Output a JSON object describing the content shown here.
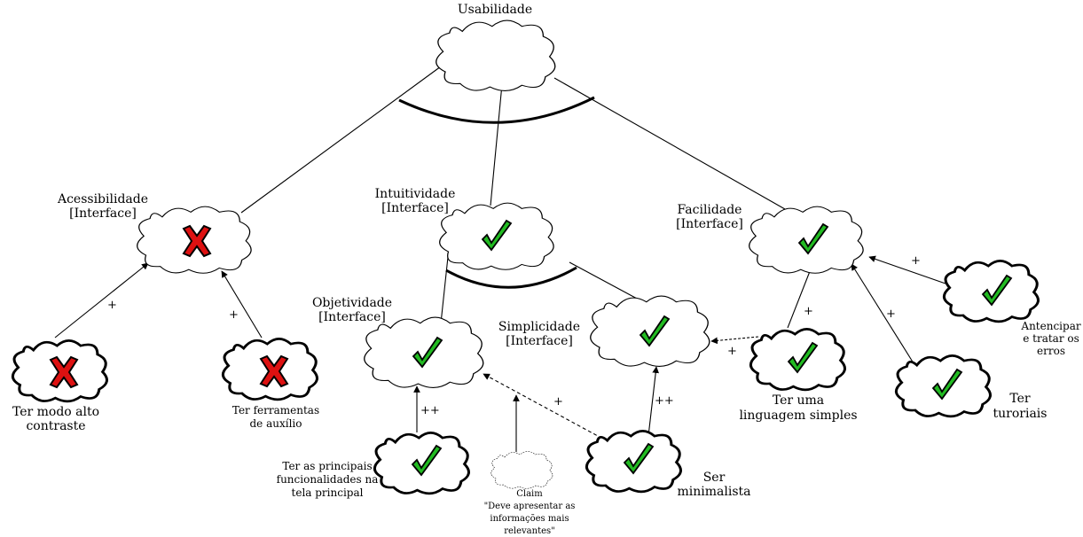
{
  "colors": {
    "satisfied": "#22bb22",
    "denied": "#dd1111",
    "outline": "#000000"
  },
  "icons": {
    "satisfied": "checkmark-icon",
    "denied": "cross-icon"
  },
  "nodes": {
    "usabilidade": {
      "label": "Usabilidade",
      "status": "none"
    },
    "acessibilidade": {
      "line1": "Acessibilidade",
      "line2": "[Interface]",
      "status": "denied"
    },
    "intuitividade": {
      "line1": "Intuitividade",
      "line2": "[Interface]",
      "status": "satisfied"
    },
    "facilidade": {
      "line1": "Facilidade",
      "line2": "[Interface]",
      "status": "satisfied"
    },
    "objetividade": {
      "line1": "Objetividade",
      "line2": "[Interface]",
      "status": "satisfied"
    },
    "simplicidade": {
      "line1": "Simplicidade",
      "line2": "[Interface]",
      "status": "satisfied"
    },
    "alto_contraste": {
      "line1": "Ter modo alto",
      "line2": "contraste",
      "status": "denied"
    },
    "ferramentas": {
      "line1": "Ter ferramentas",
      "line2": "de auxílio",
      "status": "denied"
    },
    "funcionalidades": {
      "line1": "Ter as principais",
      "line2": "funcionalidades na",
      "line3": "tela principal",
      "status": "satisfied"
    },
    "minimalista": {
      "line1": "Ser",
      "line2": "minimalista",
      "status": "satisfied"
    },
    "linguagem": {
      "line1": "Ter uma",
      "line2": "linguagem simples",
      "status": "satisfied"
    },
    "tutoriais": {
      "line1": "Ter",
      "line2": "turoriais",
      "status": "satisfied"
    },
    "erros": {
      "line1": "Antencipar",
      "line2": "e tratar os",
      "line3": "erros",
      "status": "satisfied"
    },
    "claim": {
      "line1": "Claim",
      "line2": "\"Deve apresentar as",
      "line3": "informações mais",
      "line4": "relevantes\""
    }
  },
  "contributions": {
    "contraste_to_acessibilidade": "+",
    "ferramentas_to_acessibilidade": "+",
    "funcionalidades_to_objetividade": "++",
    "minimalista_to_objetividade": "+",
    "minimalista_to_simplicidade": "++",
    "linguagem_to_simplicidade": "+",
    "linguagem_to_facilidade": "+",
    "tutoriais_to_facilidade": "+",
    "erros_to_facilidade": "+"
  }
}
